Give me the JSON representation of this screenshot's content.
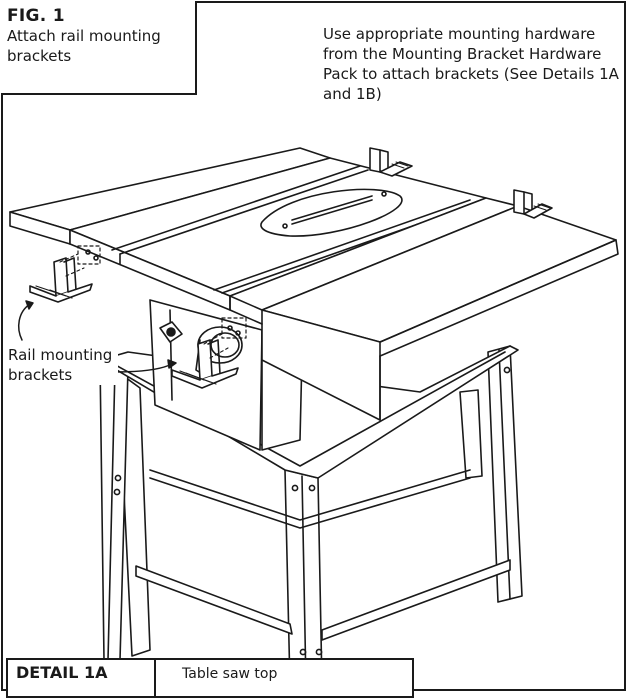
{
  "figure": {
    "title": "FIG. 1",
    "caption": "Attach rail mounting brackets"
  },
  "note": {
    "text": "Use appropriate mounting hardware from the Mounting Bracket Hardware Pack to attach brackets (See Details 1A and 1B)"
  },
  "callout": {
    "label": "Rail mounting brackets"
  },
  "detail": {
    "title": "DETAIL 1A",
    "label": "Table saw top"
  }
}
